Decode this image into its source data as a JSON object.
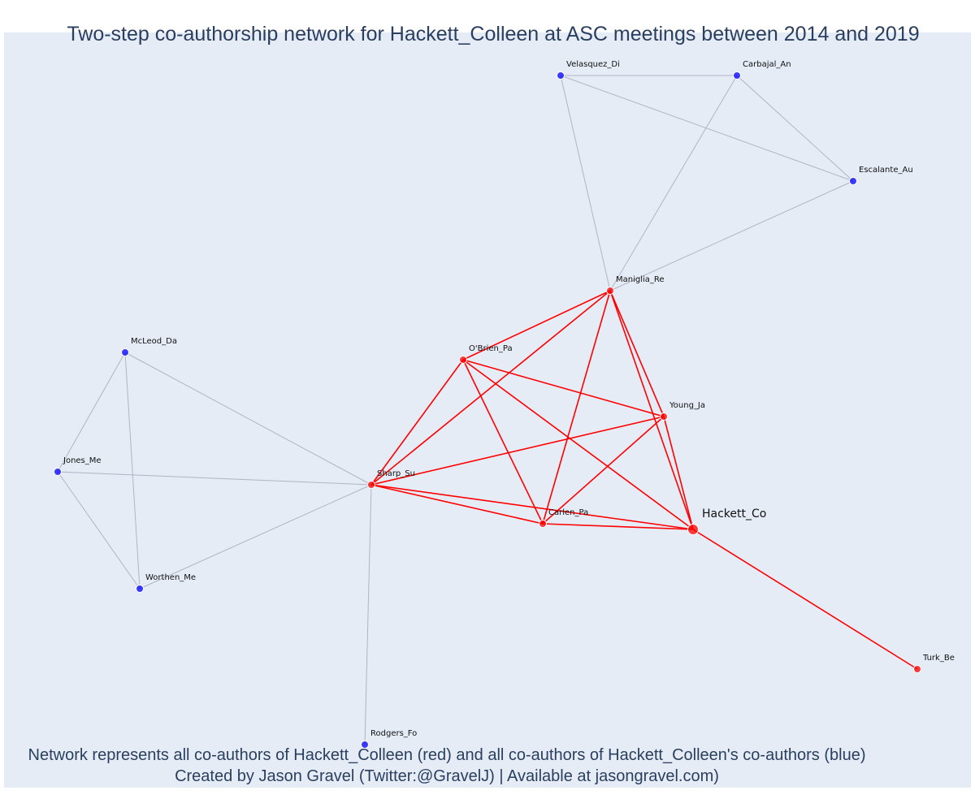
{
  "title": "Two-step co-authorship network for Hackett_Colleen at ASC meetings between 2014 and 2019",
  "caption": {
    "line1": "Network represents all co-authors of Hackett_Colleen (red) and all co-authors of Hackett_Colleen's co-authors (blue)",
    "line2": "Created by Jason Gravel (Twitter:@GravelJ) | Available at jasongravel.com)"
  },
  "colors": {
    "background": "#e5ecf6",
    "coauthor": "#ff0000",
    "second_step": "#0000ff",
    "coauthor_edge": "#ff0000",
    "second_step_edge": "#b0b4c4",
    "text": "#2a3f5f"
  },
  "nodes": [
    {
      "id": "Velasquez_Di",
      "group": "blue"
    },
    {
      "id": "Carbajal_An",
      "group": "blue"
    },
    {
      "id": "Escalante_Au",
      "group": "blue"
    },
    {
      "id": "Maniglia_Re",
      "group": "red"
    },
    {
      "id": "McLeod_Da",
      "group": "blue"
    },
    {
      "id": "O'Brien_Pa",
      "group": "red"
    },
    {
      "id": "Young_Ja",
      "group": "red"
    },
    {
      "id": "Jones_Me",
      "group": "blue"
    },
    {
      "id": "Sharp_Su",
      "group": "red"
    },
    {
      "id": "Carlen_Pa",
      "group": "red"
    },
    {
      "id": "Hackett_Co",
      "group": "focal"
    },
    {
      "id": "Worthen_Me",
      "group": "blue"
    },
    {
      "id": "Turk_Be",
      "group": "red"
    },
    {
      "id": "Rodgers_Fo",
      "group": "blue"
    }
  ],
  "edges": [
    {
      "a": "Velasquez_Di",
      "b": "Carbajal_An",
      "type": "blue"
    },
    {
      "a": "Velasquez_Di",
      "b": "Escalante_Au",
      "type": "blue"
    },
    {
      "a": "Velasquez_Di",
      "b": "Maniglia_Re",
      "type": "blue"
    },
    {
      "a": "Carbajal_An",
      "b": "Escalante_Au",
      "type": "blue"
    },
    {
      "a": "Carbajal_An",
      "b": "Maniglia_Re",
      "type": "blue"
    },
    {
      "a": "Escalante_Au",
      "b": "Maniglia_Re",
      "type": "blue"
    },
    {
      "a": "McLeod_Da",
      "b": "Jones_Me",
      "type": "blue"
    },
    {
      "a": "McLeod_Da",
      "b": "Worthen_Me",
      "type": "blue"
    },
    {
      "a": "McLeod_Da",
      "b": "Sharp_Su",
      "type": "blue"
    },
    {
      "a": "Jones_Me",
      "b": "Worthen_Me",
      "type": "blue"
    },
    {
      "a": "Jones_Me",
      "b": "Sharp_Su",
      "type": "blue"
    },
    {
      "a": "Worthen_Me",
      "b": "Sharp_Su",
      "type": "blue"
    },
    {
      "a": "Rodgers_Fo",
      "b": "Sharp_Su",
      "type": "blue"
    },
    {
      "a": "Maniglia_Re",
      "b": "O'Brien_Pa",
      "type": "red"
    },
    {
      "a": "Maniglia_Re",
      "b": "Sharp_Su",
      "type": "red"
    },
    {
      "a": "Maniglia_Re",
      "b": "Young_Ja",
      "type": "red"
    },
    {
      "a": "Maniglia_Re",
      "b": "Carlen_Pa",
      "type": "red"
    },
    {
      "a": "Maniglia_Re",
      "b": "Hackett_Co",
      "type": "red"
    },
    {
      "a": "O'Brien_Pa",
      "b": "Sharp_Su",
      "type": "red"
    },
    {
      "a": "O'Brien_Pa",
      "b": "Young_Ja",
      "type": "red"
    },
    {
      "a": "O'Brien_Pa",
      "b": "Carlen_Pa",
      "type": "red"
    },
    {
      "a": "O'Brien_Pa",
      "b": "Hackett_Co",
      "type": "red"
    },
    {
      "a": "Young_Ja",
      "b": "Sharp_Su",
      "type": "red"
    },
    {
      "a": "Young_Ja",
      "b": "Carlen_Pa",
      "type": "red"
    },
    {
      "a": "Young_Ja",
      "b": "Hackett_Co",
      "type": "red"
    },
    {
      "a": "Sharp_Su",
      "b": "Carlen_Pa",
      "type": "red"
    },
    {
      "a": "Sharp_Su",
      "b": "Hackett_Co",
      "type": "red"
    },
    {
      "a": "Carlen_Pa",
      "b": "Hackett_Co",
      "type": "red"
    },
    {
      "a": "Hackett_Co",
      "b": "Turk_Be",
      "type": "red"
    }
  ]
}
